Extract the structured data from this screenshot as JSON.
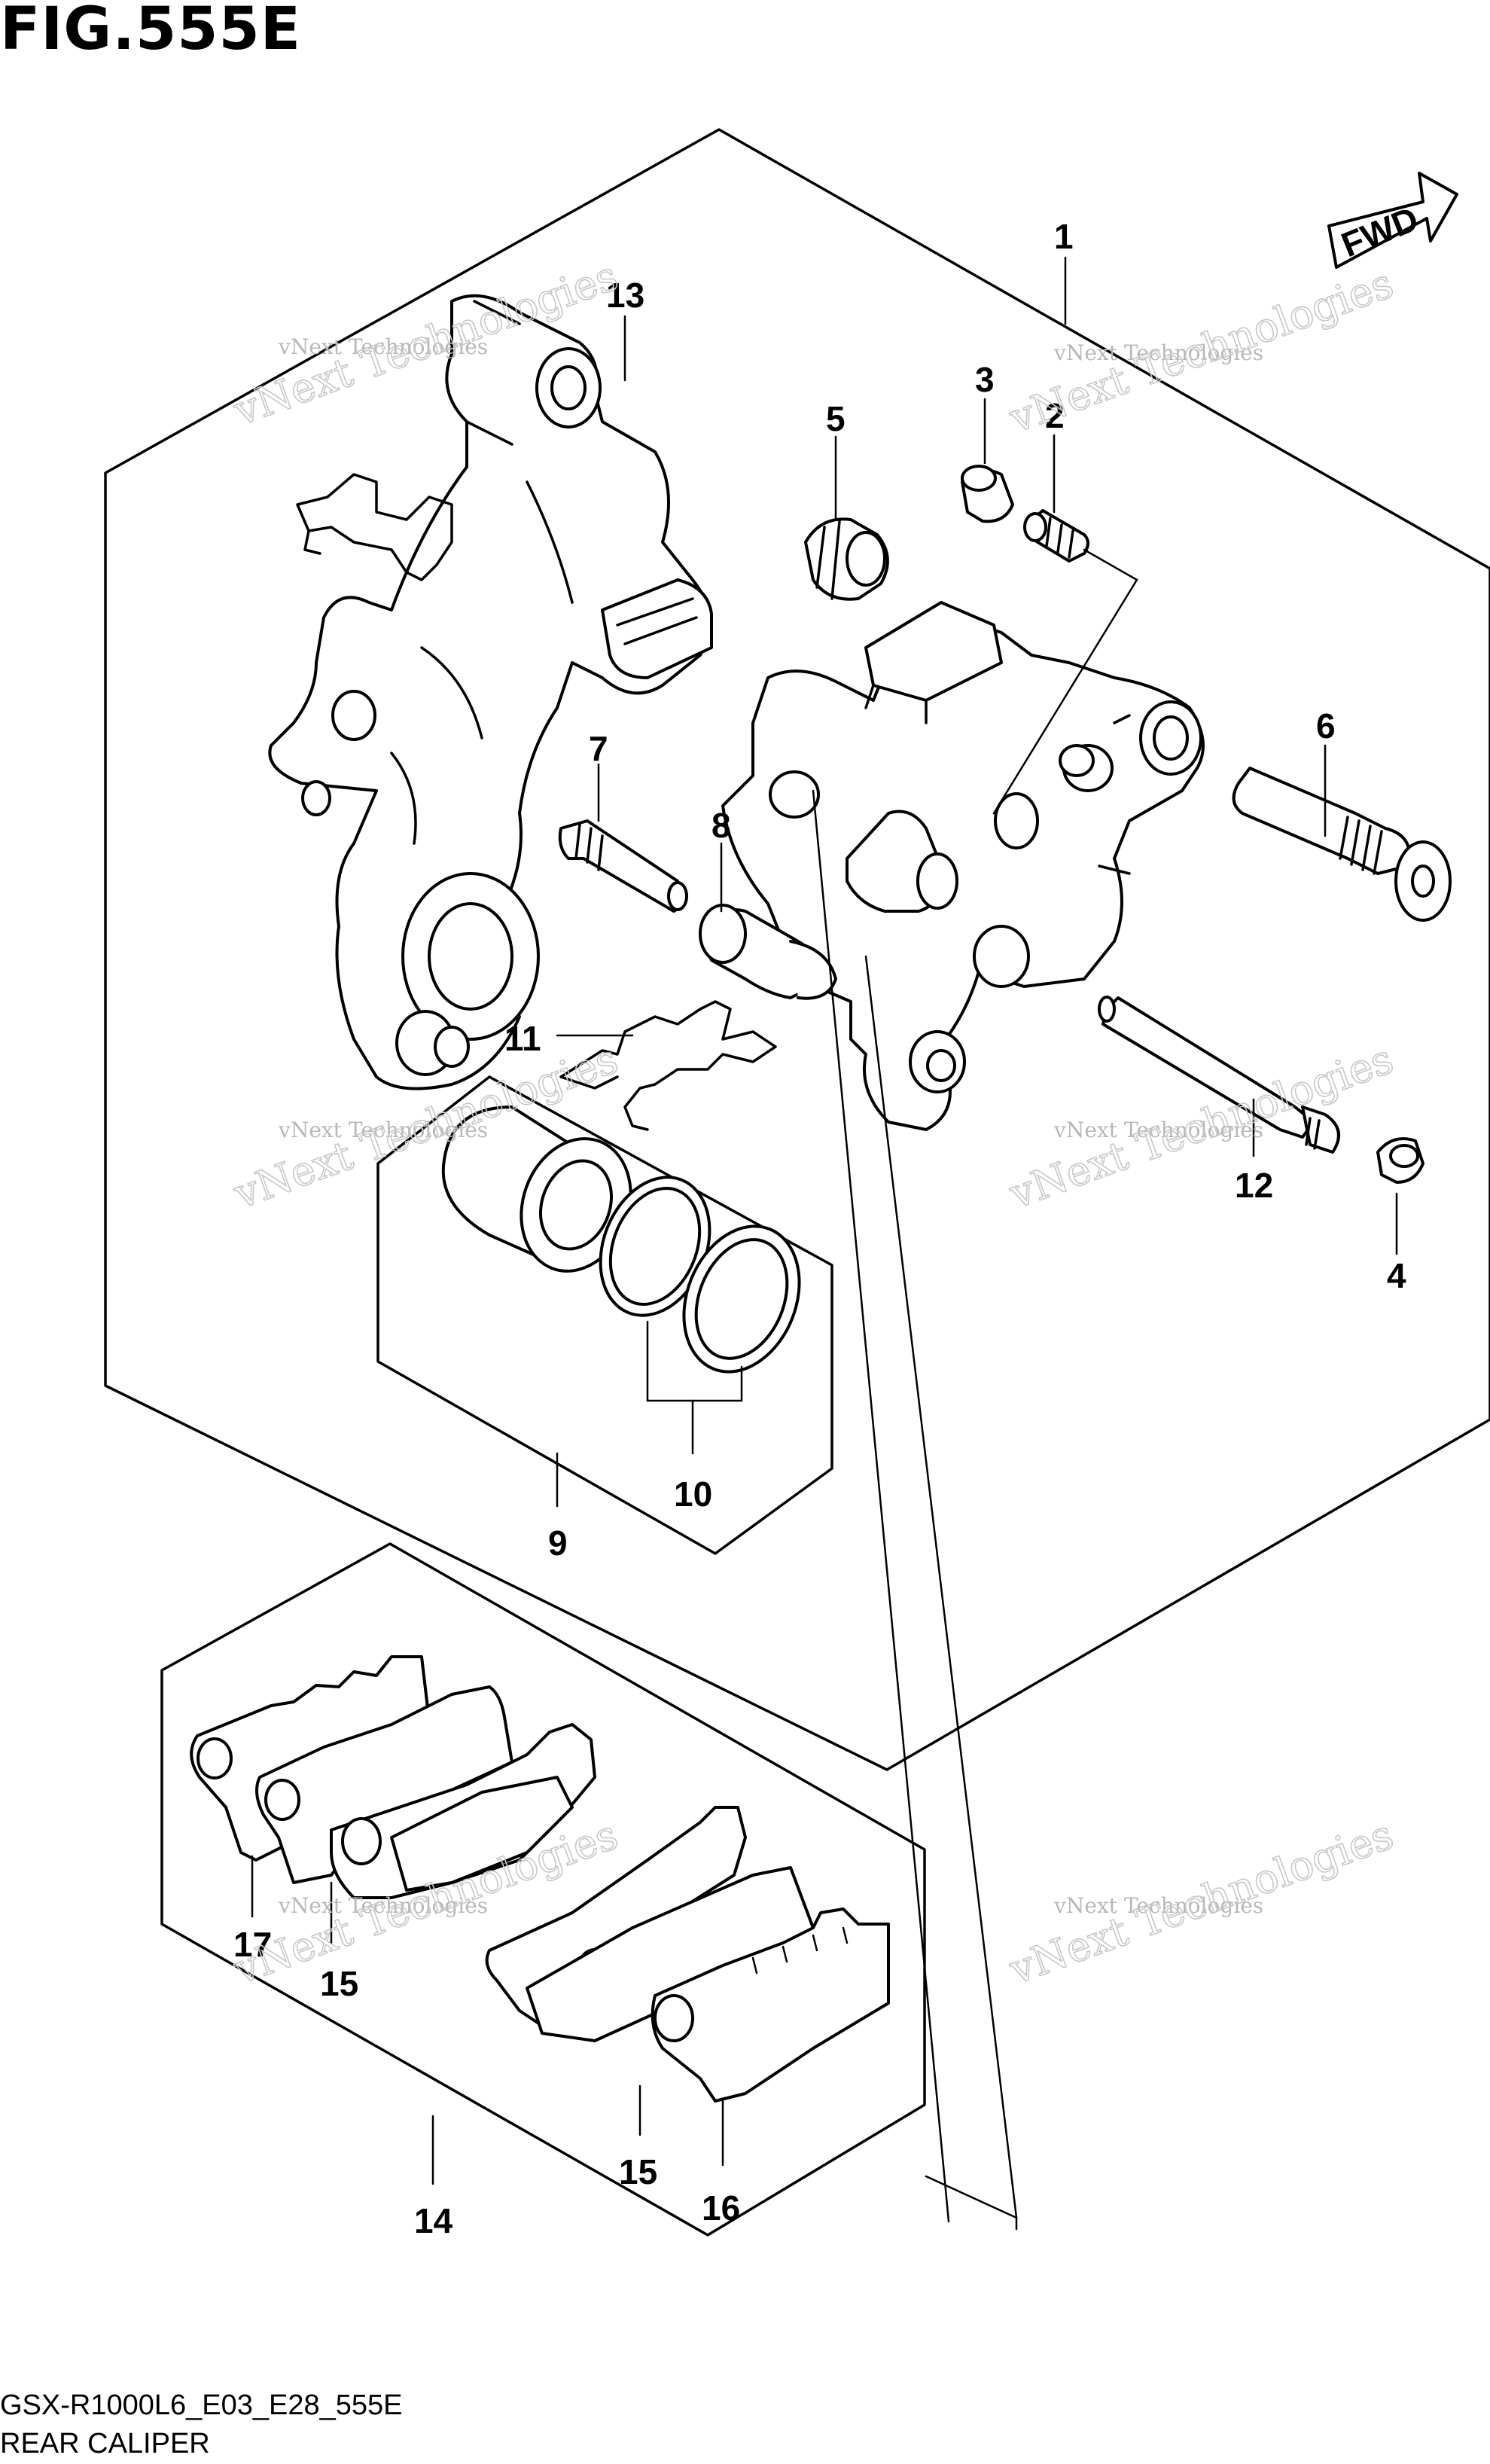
{
  "figure": {
    "title": "FIG.555E",
    "code": "GSX-R1000L6_E03_E28_555E",
    "caption": "REAR CALIPER"
  },
  "fwd_label": "FWD",
  "watermarks": {
    "small": "vNext Technologies",
    "big": "vNext Technologies"
  },
  "callouts": {
    "c1": "1",
    "c2": "2",
    "c3": "3",
    "c4": "4",
    "c5": "5",
    "c6": "6",
    "c7": "7",
    "c8": "8",
    "c9": "9",
    "c10": "10",
    "c11": "11",
    "c12": "12",
    "c13": "13",
    "c14": "14",
    "c15a": "15",
    "c15b": "15",
    "c16": "16",
    "c17": "17"
  },
  "colors": {
    "ink": "#000000",
    "watermark": "#b8b8b8",
    "background": "#ffffff"
  }
}
